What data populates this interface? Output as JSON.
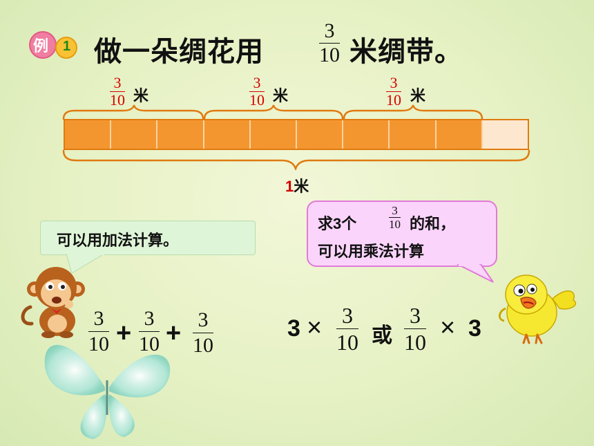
{
  "badge": {
    "char": "例",
    "number": "1"
  },
  "title": {
    "before": "做一朵绸花用",
    "after": "米绸带。",
    "frac": {
      "num": "3",
      "den": "10"
    }
  },
  "diagram": {
    "part_label": {
      "num": "3",
      "den": "10",
      "unit": "米"
    },
    "segments_total": 10,
    "segments_per_part": 3,
    "total_label": {
      "num": "1",
      "unit": "米"
    }
  },
  "left_bubble": {
    "text": "可以用加法计算。"
  },
  "right_bubble": {
    "line1_before": "求3个",
    "line1_after": "的和，",
    "frac": {
      "num": "3",
      "den": "10"
    },
    "line2": "可以用乘法计算"
  },
  "addition": {
    "frac": {
      "num": "3",
      "den": "10"
    },
    "op": "+"
  },
  "multiplication": {
    "left_factor": "3",
    "times": "×",
    "or": "或",
    "right_factor": "3",
    "frac": {
      "num": "3",
      "den": "10"
    }
  },
  "colors": {
    "ribbon": "#f4962f",
    "ribbon_border": "#e07a10",
    "fraction_red": "#d40000",
    "right_bubble": "#fbd4fb"
  },
  "icons": [
    "monkey-icon",
    "bird-icon",
    "butterfly-icon"
  ]
}
